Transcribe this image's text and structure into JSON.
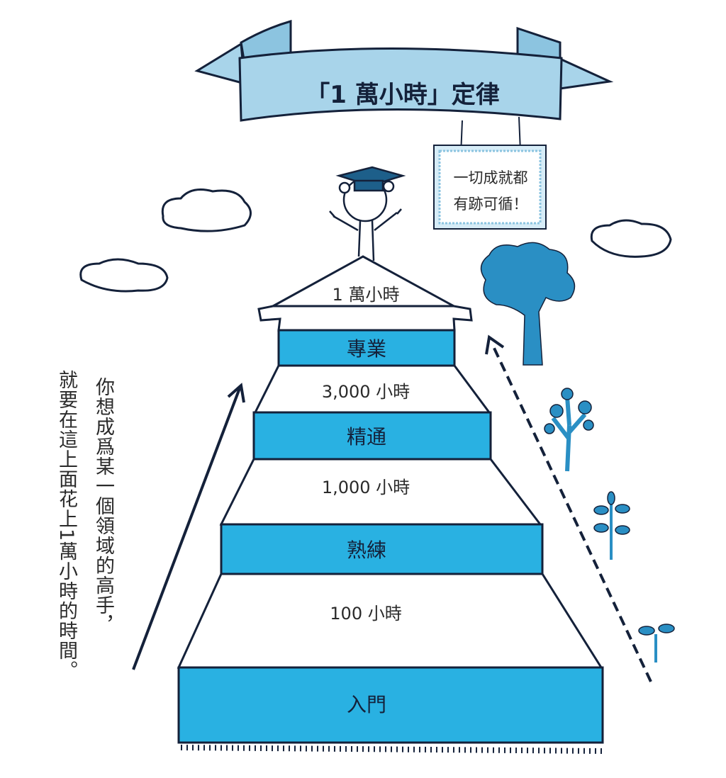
{
  "title": "「1 萬小時」定律",
  "sign": {
    "line1": "一切成就都",
    "line2": "有跡可循！"
  },
  "pyramid": {
    "top": "1 萬小時",
    "levels": [
      {
        "label": "專業",
        "hours": "3,000 小時"
      },
      {
        "label": "精通",
        "hours": "1,000 小時"
      },
      {
        "label": "熟練",
        "hours": "100 小時"
      },
      {
        "label": "入門"
      }
    ]
  },
  "side_text": {
    "line1": "你想成爲某一個領域的高手，",
    "line2": "就要在這上面花上1萬小時的時間。"
  },
  "colors": {
    "band": "#29b1e2",
    "banner": "#a8d4ea",
    "tree": "#2a8fc4",
    "outline": "#14213a"
  }
}
